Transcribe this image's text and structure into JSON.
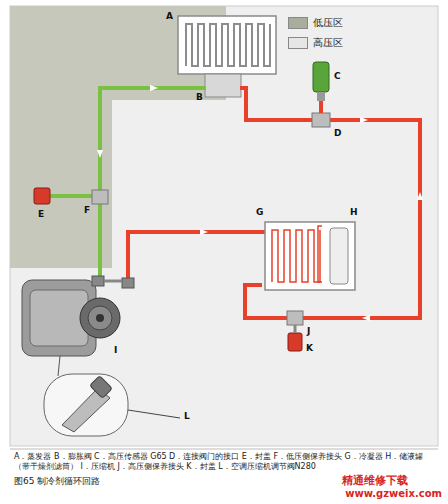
{
  "diagram": {
    "caption": "图65 制冷剂循环回路",
    "labels": [
      "A",
      "B",
      "C",
      "D",
      "E",
      "F",
      "G",
      "H",
      "I",
      "J",
      "K",
      "L",
      "A．蒸发器 B．膨胀阀 C．高压传感器 G65 D．连接阀门的接口 E．封盖 F．低压侧保养接头 G．冷凝器 H．储液罐（带干燥剂滤筒） I．压缩机 J．高压侧保养接头 K．封盖 L．空调压缩机调节阀N280",
      "精通维修下载",
      "www.gzweix.com"
    ],
    "legend": [
      {
        "text": "低压区",
        "color": "#a9ad9c"
      },
      {
        "text": "高压区",
        "color": "#e6e6e6"
      }
    ]
  }
}
